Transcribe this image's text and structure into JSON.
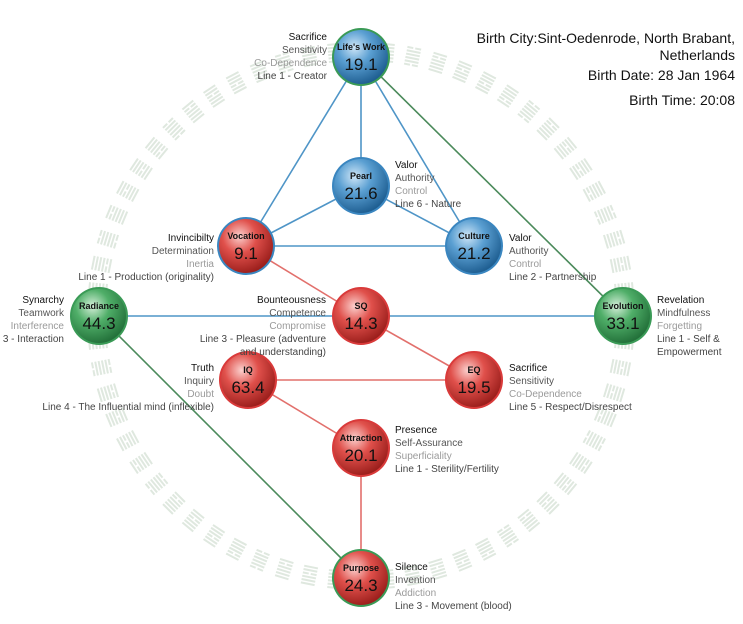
{
  "birth": {
    "city_line1": "Birth City:Sint-Oedenrode, North Brabant,",
    "city_line2": "Netherlands",
    "date": "Birth Date: 28 Jan 1964",
    "time": "Birth Time: 20:08"
  },
  "colors": {
    "blue": "#3a86c0",
    "red": "#d93a3a",
    "green": "#3a9a56",
    "blue_line": "#4f95c7",
    "red_line": "#e2706c",
    "green_line": "#4b8a5b",
    "ring": "#dfe8df"
  },
  "nodes": [
    {
      "id": "lifes-work",
      "name": "Life's Work",
      "value": "19.1",
      "color": "blue",
      "ring": "green",
      "label": {
        "title": "Sacrifice",
        "gift": "Sensitivity",
        "shadow": "Co-Dependence",
        "line": "Line 1 - Creator"
      }
    },
    {
      "id": "pearl",
      "name": "Pearl",
      "value": "21.6",
      "color": "blue",
      "ring": "blue",
      "label": {
        "title": "Valor",
        "gift": "Authority",
        "shadow": "Control",
        "line": "Line 6 - Nature"
      }
    },
    {
      "id": "vocation",
      "name": "Vocation",
      "value": "9.1",
      "color": "red",
      "ring": "blue",
      "label": {
        "title": "Invincibilty",
        "gift": "Determination",
        "shadow": "Inertia",
        "line": "Line 1 - Production (originality)"
      }
    },
    {
      "id": "culture",
      "name": "Culture",
      "value": "21.2",
      "color": "blue",
      "ring": "blue",
      "label": {
        "title": "Valor",
        "gift": "Authority",
        "shadow": "Control",
        "line": "Line 2 - Partnership"
      }
    },
    {
      "id": "radiance",
      "name": "Radiance",
      "value": "44.3",
      "color": "green",
      "ring": "green",
      "label": {
        "title": "Synarchy",
        "gift": "Teamwork",
        "shadow": "Interference",
        "line": "3 - Interaction"
      }
    },
    {
      "id": "sq",
      "name": "SQ",
      "value": "14.3",
      "color": "red",
      "ring": "red",
      "label": {
        "title": "Bounteousness",
        "gift": "Competence",
        "shadow": "Compromise",
        "line": "Line 3 - Pleasure (adventure and understanding)"
      }
    },
    {
      "id": "evolution",
      "name": "Evolution",
      "value": "33.1",
      "color": "green",
      "ring": "green",
      "label": {
        "title": "Revelation",
        "gift": "Mindfulness",
        "shadow": "Forgetting",
        "line": "Line 1 - Self & Empowerment"
      }
    },
    {
      "id": "iq",
      "name": "IQ",
      "value": "63.4",
      "color": "red",
      "ring": "red",
      "label": {
        "title": "Truth",
        "gift": "Inquiry",
        "shadow": "Doubt",
        "line": "Line 4 - The Influential mind (inflexible)"
      }
    },
    {
      "id": "eq",
      "name": "EQ",
      "value": "19.5",
      "color": "red",
      "ring": "red",
      "label": {
        "title": "Sacrifice",
        "gift": "Sensitivity",
        "shadow": "Co-Dependence",
        "line": "Line 5 - Respect/Disrespect"
      }
    },
    {
      "id": "attraction",
      "name": "Attraction",
      "value": "20.1",
      "color": "red",
      "ring": "red",
      "label": {
        "title": "Presence",
        "gift": "Self-Assurance",
        "shadow": "Superficiality",
        "line": "Line 1 - Sterility/Fertility"
      }
    },
    {
      "id": "purpose",
      "name": "Purpose",
      "value": "24.3",
      "color": "red",
      "ring": "green",
      "label": {
        "title": "Silence",
        "gift": "Invention",
        "shadow": "Addiction",
        "line": "Line 3 - Movement (blood)"
      }
    }
  ],
  "links": [
    {
      "from": "lifes-work",
      "to": "vocation",
      "color": "blue_line"
    },
    {
      "from": "lifes-work",
      "to": "culture",
      "color": "blue_line"
    },
    {
      "from": "lifes-work",
      "to": "pearl",
      "color": "blue_line"
    },
    {
      "from": "lifes-work",
      "to": "evolution",
      "color": "green_line"
    },
    {
      "from": "pearl",
      "to": "vocation",
      "color": "blue_line"
    },
    {
      "from": "pearl",
      "to": "culture",
      "color": "blue_line"
    },
    {
      "from": "vocation",
      "to": "culture",
      "color": "blue_line"
    },
    {
      "from": "vocation",
      "to": "sq",
      "color": "red_line"
    },
    {
      "from": "radiance",
      "to": "evolution",
      "color": "blue_line"
    },
    {
      "from": "radiance",
      "to": "purpose",
      "color": "green_line"
    },
    {
      "from": "sq",
      "to": "eq",
      "color": "red_line"
    },
    {
      "from": "iq",
      "to": "eq",
      "color": "red_line"
    },
    {
      "from": "iq",
      "to": "attraction",
      "color": "red_line"
    },
    {
      "from": "attraction",
      "to": "purpose",
      "color": "red_line"
    }
  ]
}
